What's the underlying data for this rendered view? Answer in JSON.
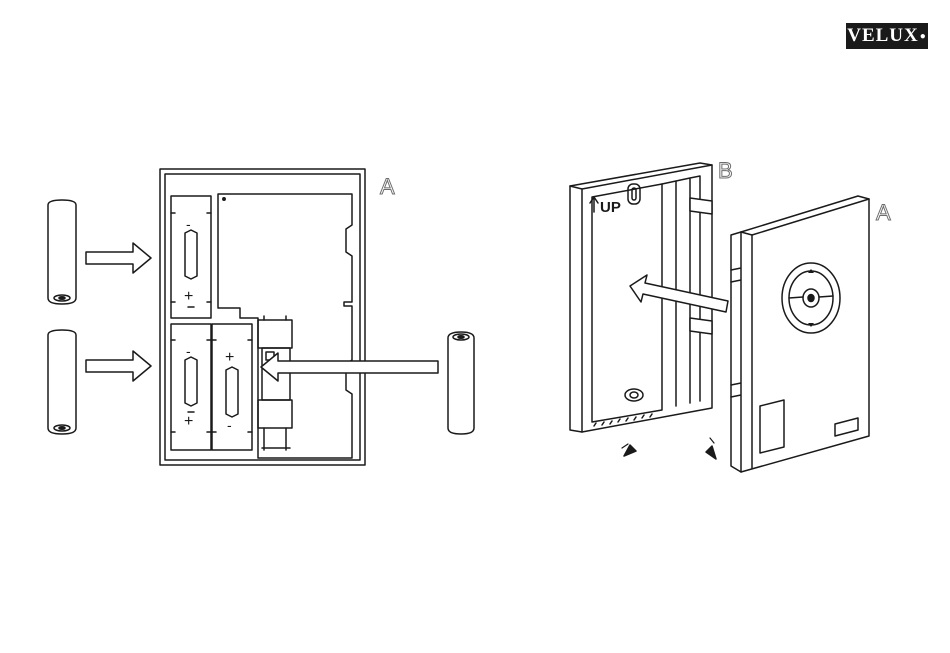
{
  "brand": {
    "logo_text": "VELUX"
  },
  "labels": {
    "left_remote": "A",
    "wall_bracket": "B",
    "right_remote": "A",
    "bracket_up": "UP"
  },
  "battery_markings": {
    "plus": "+",
    "minus": "-"
  }
}
